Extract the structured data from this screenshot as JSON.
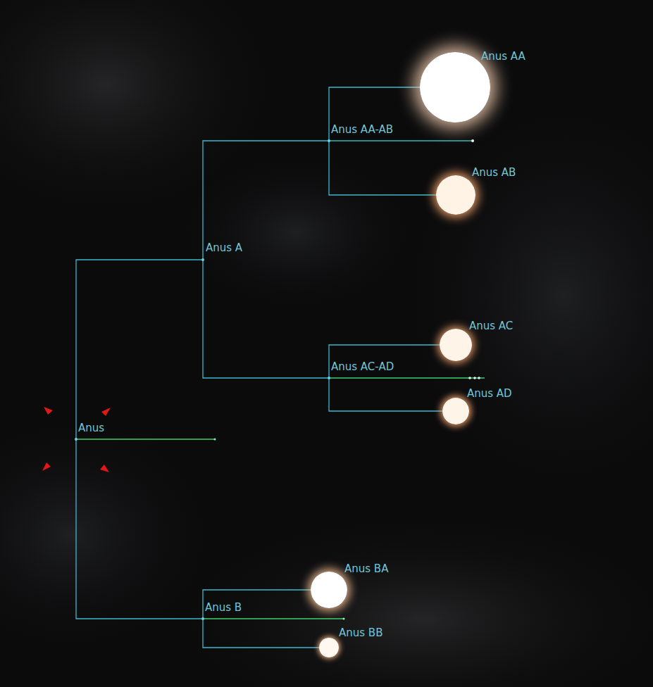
{
  "diagram": {
    "nodes": [
      {
        "text": [
          "Anus AA"
        ]
      },
      {
        "text": [
          "Anus AA-AB"
        ]
      },
      {
        "text": [
          "Anus AB"
        ]
      },
      {
        "text": [
          "Anus A"
        ]
      },
      {
        "text": [
          "Anus AC"
        ]
      },
      {
        "text": [
          "Anus AC-AD"
        ]
      },
      {
        "text": [
          "Anus AD"
        ]
      },
      {
        "text": [
          "Anus"
        ]
      },
      {
        "text": [
          "Anus BA"
        ]
      },
      {
        "text": [
          "Anus B"
        ]
      },
      {
        "text": [
          "Anus BB"
        ]
      }
    ],
    "edges": [
      {
        "from": 7,
        "to": 3,
        "arrow": "none"
      },
      {
        "from": 7,
        "to": 9,
        "arrow": "none"
      },
      {
        "from": 3,
        "to": 1,
        "arrow": "none"
      },
      {
        "from": 3,
        "to": 5,
        "arrow": "none"
      },
      {
        "from": 1,
        "to": 0,
        "arrow": "none"
      },
      {
        "from": 1,
        "to": 2,
        "arrow": "none"
      },
      {
        "from": 5,
        "to": 4,
        "arrow": "none"
      },
      {
        "from": 5,
        "to": 6,
        "arrow": "none"
      },
      {
        "from": 9,
        "to": 8,
        "arrow": "none"
      },
      {
        "from": 9,
        "to": 10,
        "arrow": "none"
      }
    ]
  }
}
